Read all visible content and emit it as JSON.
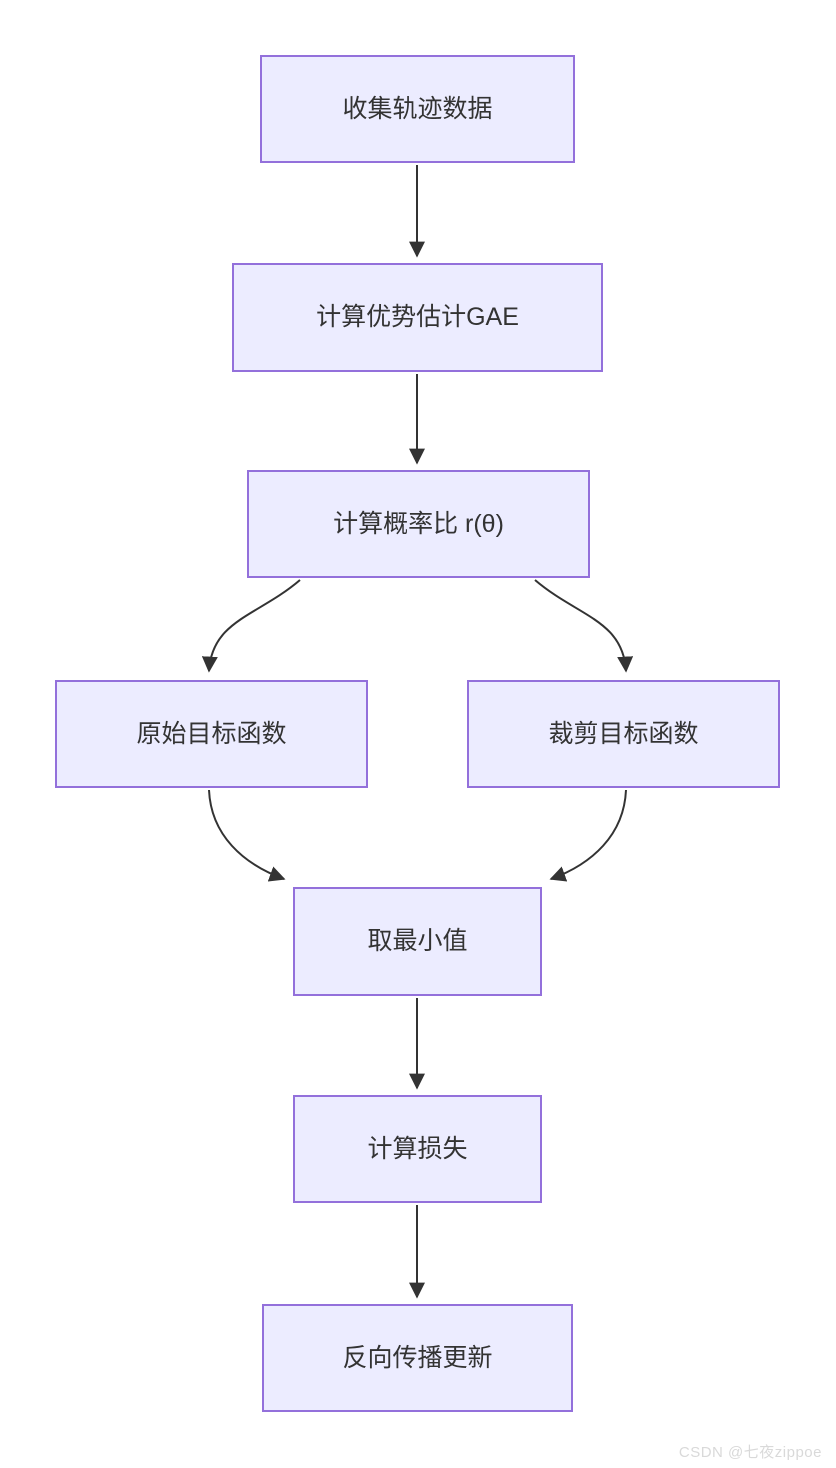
{
  "diagram": {
    "type": "flowchart",
    "direction": "top-down",
    "nodes": [
      {
        "id": "collect",
        "label": "收集轨迹数据"
      },
      {
        "id": "gae",
        "label": "计算优势估计GAE"
      },
      {
        "id": "ratio",
        "label": "计算概率比 r(θ)"
      },
      {
        "id": "original",
        "label": "原始目标函数"
      },
      {
        "id": "clipped",
        "label": "裁剪目标函数"
      },
      {
        "id": "min",
        "label": "取最小值"
      },
      {
        "id": "loss",
        "label": "计算损失"
      },
      {
        "id": "update",
        "label": "反向传播更新"
      }
    ],
    "edges": [
      {
        "from": "collect",
        "to": "gae"
      },
      {
        "from": "gae",
        "to": "ratio"
      },
      {
        "from": "ratio",
        "to": "original"
      },
      {
        "from": "ratio",
        "to": "clipped"
      },
      {
        "from": "original",
        "to": "min"
      },
      {
        "from": "clipped",
        "to": "min"
      },
      {
        "from": "min",
        "to": "loss"
      },
      {
        "from": "loss",
        "to": "update"
      }
    ],
    "colors": {
      "node_fill": "#ECECFF",
      "node_border": "#9370DB",
      "edge": "#333333",
      "text": "#333333",
      "background": "#FFFFFF"
    }
  },
  "watermark": {
    "text": "CSDN @七夜zippoe"
  }
}
